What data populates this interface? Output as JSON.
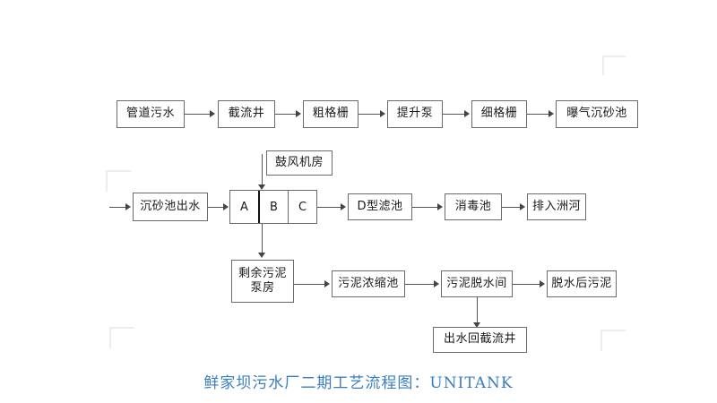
{
  "diagram": {
    "title": "鲜家坝污水厂二期工艺流程图：UNITANK",
    "accent_color": "#3a7ebf",
    "line_color": "#555555",
    "box_border_color": "#6b6b6b",
    "nodes": {
      "pipe_sewage": "管道污水",
      "intercepting_well": "截流井",
      "coarse_screen": "粗格栅",
      "lift_pump": "提升泵",
      "fine_screen": "细格栅",
      "aerated_grit_chamber": "曝气沉砂池",
      "blower_room": "鼓风机房",
      "grit_effluent": "沉砂池出水",
      "unitank_a": "A",
      "unitank_b": "B",
      "unitank_c": "C",
      "d_filter": "D型滤池",
      "disinfection_tank": "消毒池",
      "discharge_river": "排入洲河",
      "surplus_sludge_pump_room": "剩余污泥\n泵房",
      "sludge_thickener": "污泥浓缩池",
      "sludge_dewatering_room": "污泥脱水间",
      "dewatered_sludge": "脱水后污泥",
      "effluent_back_to_well": "出水回截流井"
    }
  }
}
